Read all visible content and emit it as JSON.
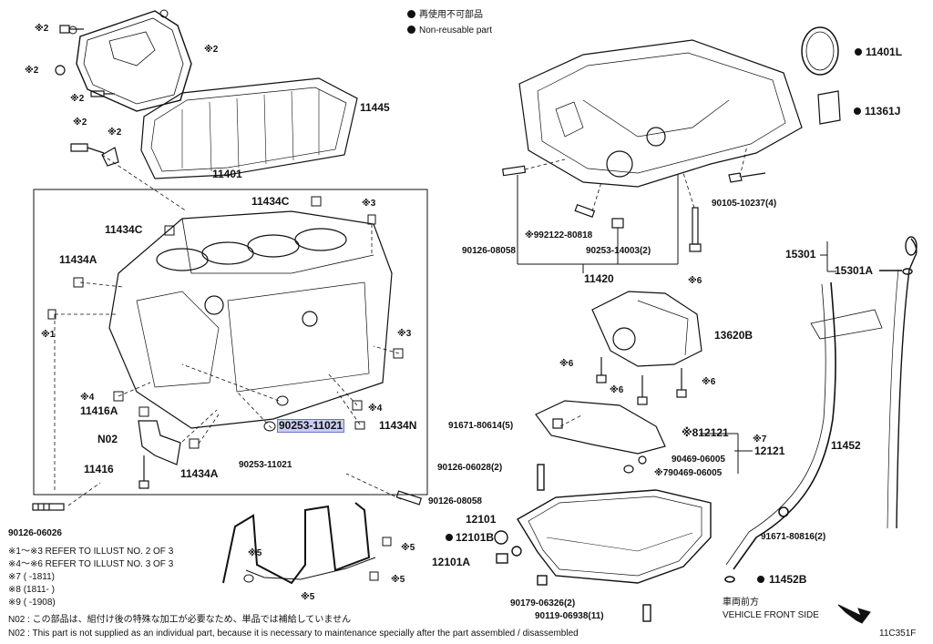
{
  "legend": {
    "non_reusable_jp": "再使用不可部品",
    "non_reusable_en": "Non-reusable part"
  },
  "labels": {
    "p11401L": "11401L",
    "p11361J": "11361J",
    "p11445": "11445",
    "p11401": "11401",
    "p11434C_a": "11434C",
    "p11434C_b": "11434C",
    "p11434A_a": "11434A",
    "p11434A_b": "11434A",
    "p11416A": "11416A",
    "pN02": "N02",
    "p11416": "11416",
    "p90253_hl": "90253-11021",
    "p90253": "90253-11021",
    "p11434N": "11434N",
    "p90126_06026": "90126-06026",
    "p90126_08058_a": "90126-08058",
    "p90126_08058_b": "90126-08058",
    "p92122": "※992122-80818",
    "p90253_14003": "90253-14003(2)",
    "p11420": "11420",
    "p90105": "90105-10237(4)",
    "p15301": "15301",
    "p15301A": "15301A",
    "p13620B": "13620B",
    "p91671_80614": "91671-80614(5)",
    "p12121_a": "※812121",
    "p12121_b": "12121",
    "p90469_a": "90469-06005",
    "p90469_b": "※790469-06005",
    "p11452": "11452",
    "p90126_06028": "90126-06028(2)",
    "p12101": "12101",
    "p12101B": "12101B",
    "p12101A": "12101A",
    "p91671_80816": "91671-80816(2)",
    "p11452B": "11452B",
    "p90179": "90179-06326(2)",
    "p90119": "90119-06938(11)"
  },
  "marks": {
    "m2a": "※2",
    "m2b": "※2",
    "m2c": "※2",
    "m2d": "※2",
    "m2e": "※2",
    "m2f": "※2",
    "m3a": "※3",
    "m3b": "※3",
    "m1": "※1",
    "m4a": "※4",
    "m4b": "※4",
    "m6a": "※6",
    "m6b": "※6",
    "m6c": "※6",
    "m6d": "※6",
    "m7": "※7",
    "m5a": "※5",
    "m5b": "※5",
    "m5c": "※5",
    "m5d": "※5"
  },
  "notes": {
    "n1": "※1～※3  REFER TO ILLUST NO. 2 OF 3",
    "n2": "※4～※6  REFER TO ILLUST NO. 3 OF 3",
    "n3": "※7 (      -1811)",
    "n4": "※8 (1811-      )",
    "n5": "※9 (      -1908)",
    "n6": "N02 : この部品は、組付け後の特殊な加工が必要なため、単品では補給していません",
    "n7": "N02 : This part is not supplied as an individual part, because it is necessary to maintenance specially after the part assembled / disassembled"
  },
  "front": {
    "jp": "車両前方",
    "en": "VEHICLE FRONT SIDE"
  },
  "illust_id": "11C351F"
}
